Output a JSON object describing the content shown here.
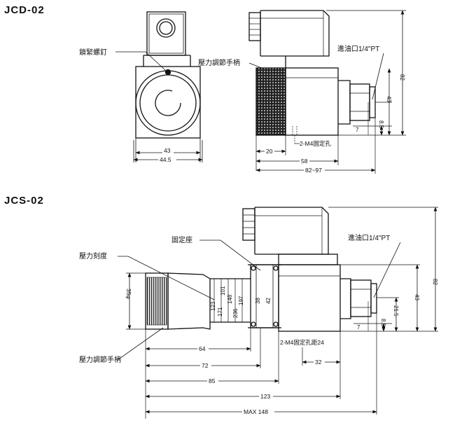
{
  "jcd": {
    "title": "JCD-02",
    "labels": {
      "lock_screw": "鎖緊螺釘",
      "handle": "壓力調節手柄",
      "inlet": "進油口1/4\"PT",
      "holes": "2-M4固定孔"
    },
    "dims": {
      "d43_front": "43",
      "d44_5": "44.5",
      "d20": "20",
      "d58": "58",
      "d82_97": "82~97",
      "d82_v": "82",
      "d43_v": "43",
      "d7": "7",
      "d8_5": "8.5"
    }
  },
  "jcs": {
    "title": "JCS-02",
    "labels": {
      "seat": "固定座",
      "scale": "壓力刻度",
      "handle": "壓力調節手柄",
      "inlet": "進油口1/4\"PT",
      "holes": "2-M4固定孔距24"
    },
    "dims": {
      "d35": "35φ",
      "d123a": "123",
      "d101": "101",
      "d148": "148",
      "d171": "171",
      "d197": "197",
      "d236": "236",
      "d38": "38",
      "d42": "42",
      "d64": "64",
      "d72": "72",
      "d85": "85",
      "d123": "123",
      "dmax": "MAX 148",
      "d32": "32",
      "d82_v": "82",
      "d43_v": "43",
      "d21_5": "21.5",
      "d7": "7",
      "d8_5": "8.5"
    }
  }
}
